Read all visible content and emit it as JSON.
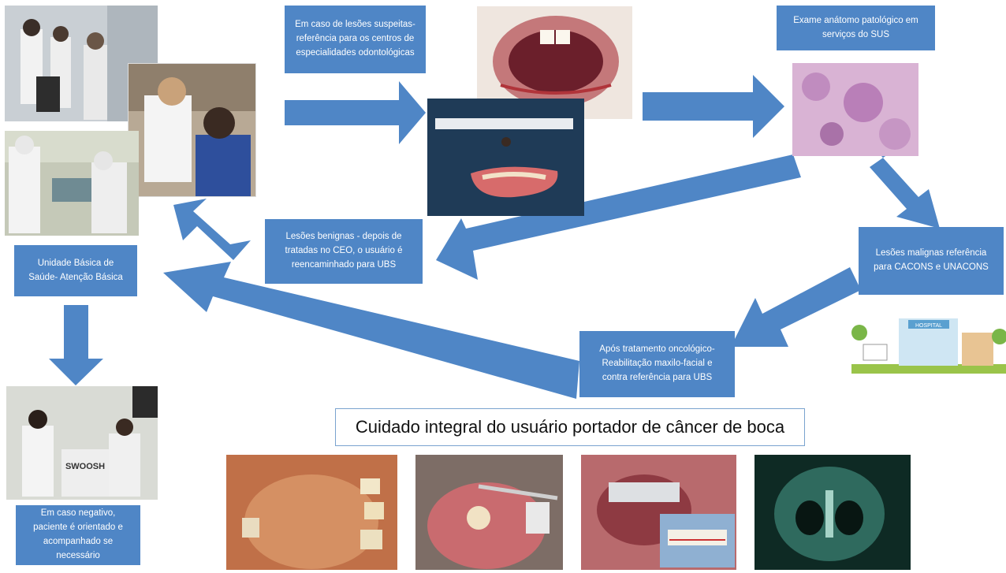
{
  "boxes": {
    "suspect_lesions": "Em caso de lesões suspeitas-\nreferência para os centros de\nespecialidades odontológicas",
    "pathology_exam": "Exame anátomo patológico em\nserviços do SUS",
    "benign_lesions": "Lesões benignas - depois de\ntratadas no CEO, o usuário é\nreencaminhado para UBS",
    "ubs": "Unidade Básica de\nSaúde- Atenção Básica",
    "malignant_lesions": "Lesões malignas referência\npara CACONS e UNACONS",
    "after_treatment": "Após tratamento oncológico-\nReabilitação maxilo-facial e\ncontra referência para UBS",
    "negative_case": "Em caso negativo,\npaciente é orientado e\nacompanhado se\nnecessário"
  },
  "caption": "Cuidado integral do usuário portador de câncer de boca",
  "photo_labels": {
    "hospital_sign": "HOSPITAL",
    "sweatshirt_text": "SWOOSH"
  },
  "colors": {
    "arrow": "#4f86c6",
    "box": "#4f86c6"
  }
}
